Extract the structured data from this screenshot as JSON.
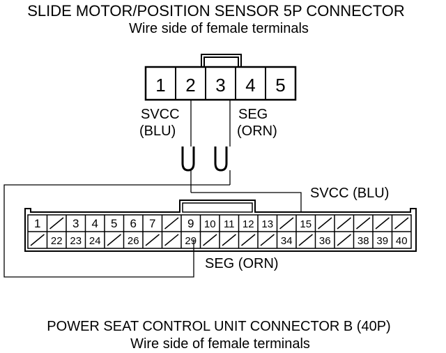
{
  "top_connector": {
    "title": "SLIDE MOTOR/POSITION SENSOR 5P CONNECTOR",
    "subtitle": "Wire side of female terminals",
    "pins": [
      "1",
      "2",
      "3",
      "4",
      "5"
    ],
    "left_wire_label": [
      "SVCC",
      "(BLU)"
    ],
    "right_wire_label": [
      "SEG",
      "(ORN)"
    ]
  },
  "bottom_connector": {
    "title": "POWER SEAT CONTROL UNIT CONNECTOR B (40P)",
    "subtitle": "Wire side of female terminals",
    "row1": [
      "1",
      "",
      "3",
      "4",
      "5",
      "6",
      "7",
      "",
      "9",
      "10",
      "11",
      "12",
      "13",
      "",
      "15",
      "",
      "",
      "",
      "",
      ""
    ],
    "row2": [
      "",
      "22",
      "23",
      "24",
      "",
      "26",
      "",
      "",
      "29",
      "",
      "",
      "",
      "",
      "34",
      "",
      "36",
      "",
      "38",
      "39",
      "40"
    ],
    "svcc_label": "SVCC (BLU)",
    "seg_label": "SEG (ORN)"
  }
}
